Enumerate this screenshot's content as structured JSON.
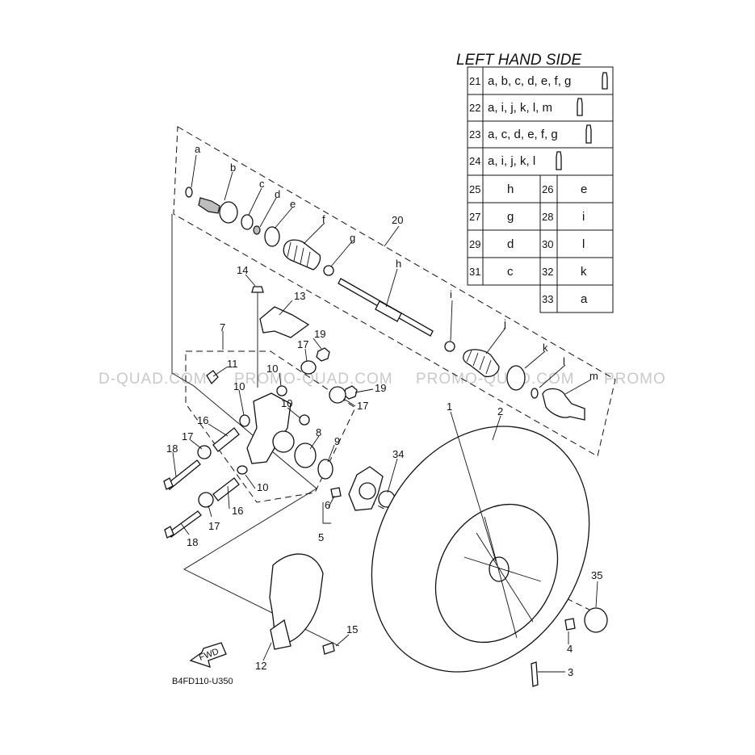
{
  "title": "LEFT HAND SIDE",
  "diagram_code": "B4FD110-U350",
  "watermark": {
    "left": "D-QUAD.COM",
    "center": "PROMO-QUAD.COM",
    "right": "PROMO-QUAD.COM",
    "far_right": "PROMO"
  },
  "fwd_label": "FWD",
  "kits": [
    {
      "num": "21",
      "letters": "a, b, c, d, e, f, g"
    },
    {
      "num": "22",
      "letters": "a, i, j, k, l, m"
    },
    {
      "num": "23",
      "letters": "a, c, d, e, f, g"
    },
    {
      "num": "24",
      "letters": "a, i, j, k, l"
    }
  ],
  "pairs": [
    {
      "num": "25",
      "letter": "h"
    },
    {
      "num": "26",
      "letter": "e"
    },
    {
      "num": "27",
      "letter": "g"
    },
    {
      "num": "28",
      "letter": "i"
    },
    {
      "num": "29",
      "letter": "d"
    },
    {
      "num": "30",
      "letter": "l"
    },
    {
      "num": "31",
      "letter": "c"
    },
    {
      "num": "32",
      "letter": "k"
    },
    {
      "num": "33",
      "letter": "a"
    }
  ],
  "labels": {
    "a": "a",
    "b": "b",
    "c": "c",
    "d": "d",
    "e": "e",
    "f": "f",
    "g": "g",
    "h": "h",
    "i": "i",
    "j": "j",
    "k": "k",
    "l": "l",
    "m": "m",
    "n1": "1",
    "n2": "2",
    "n3": "3",
    "n4": "4",
    "n5": "5",
    "n6": "6",
    "n7": "7",
    "n8": "8",
    "n9": "9",
    "n10": "10",
    "n11": "11",
    "n12": "12",
    "n13": "13",
    "n14": "14",
    "n15": "15",
    "n16": "16",
    "n17": "17",
    "n18": "18",
    "n19": "19",
    "n20": "20",
    "n34": "34",
    "n35": "35"
  }
}
